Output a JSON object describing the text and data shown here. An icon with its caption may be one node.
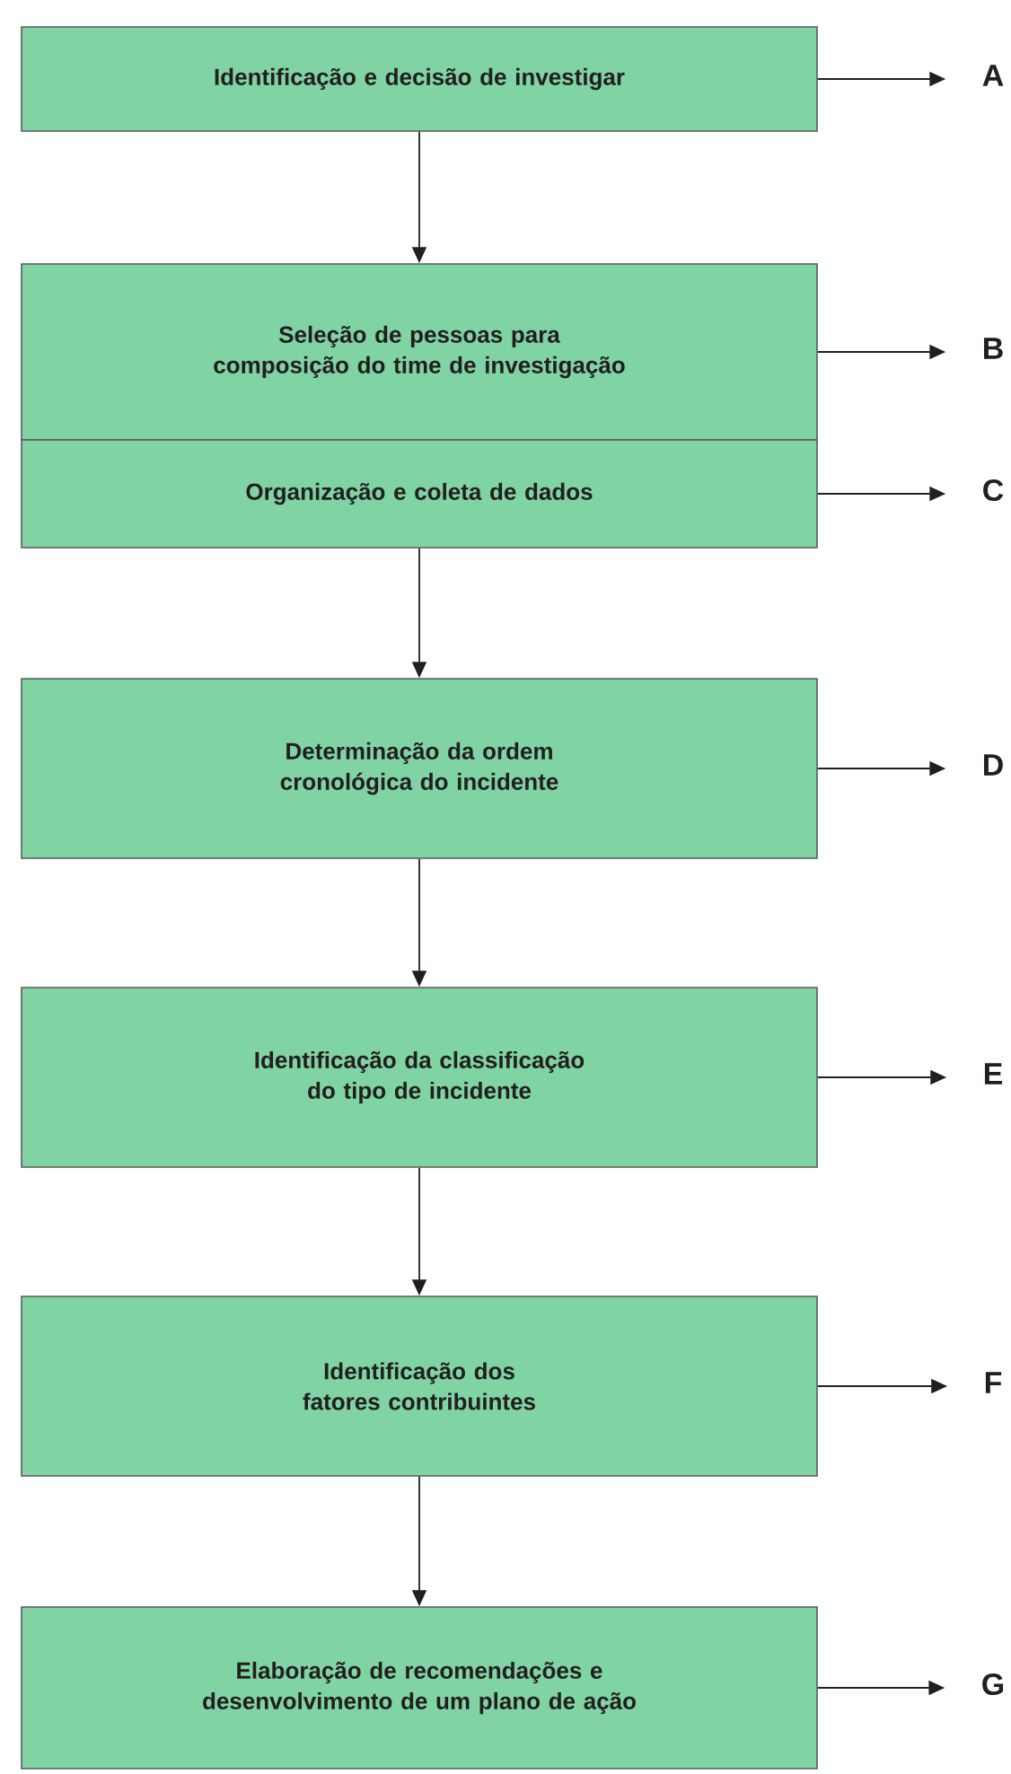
{
  "diagram": {
    "nodes": [
      {
        "text": [
          "Identificação e decisão de investigar"
        ]
      },
      {
        "text": [
          "A"
        ]
      },
      {
        "text": [
          "Seleção de pessoas para composição do time de investigação"
        ]
      },
      {
        "text": [
          "B"
        ]
      },
      {
        "text": [
          "Organização e coleta de dados"
        ]
      },
      {
        "text": [
          "C"
        ]
      },
      {
        "text": [
          "Determinação da ordem cronológica do incidente"
        ]
      },
      {
        "text": [
          "D"
        ]
      },
      {
        "text": [
          "Identificação da classificação do tipo de incidente"
        ]
      },
      {
        "text": [
          "E"
        ]
      },
      {
        "text": [
          "Identificação dos fatores contribuintes"
        ]
      },
      {
        "text": [
          "F"
        ]
      },
      {
        "text": [
          "Elaboração de recomendações e desenvolvimento de um plano de ação"
        ]
      },
      {
        "text": [
          "G"
        ]
      }
    ],
    "edges": [
      {
        "from": 0,
        "to": 1,
        "arrow": "to"
      },
      {
        "from": 0,
        "to": 2,
        "arrow": "to"
      },
      {
        "from": 2,
        "to": 3,
        "arrow": "to"
      },
      {
        "from": 4,
        "to": 5,
        "arrow": "to"
      },
      {
        "from": 4,
        "to": 6,
        "arrow": "to"
      },
      {
        "from": 6,
        "to": 7,
        "arrow": "to"
      },
      {
        "from": 6,
        "to": 8,
        "arrow": "to"
      },
      {
        "from": 8,
        "to": 9,
        "arrow": "to"
      },
      {
        "from": 8,
        "to": 10,
        "arrow": "to"
      },
      {
        "from": 10,
        "to": 11,
        "arrow": "to"
      },
      {
        "from": 10,
        "to": 12,
        "arrow": "to"
      },
      {
        "from": 12,
        "to": 13,
        "arrow": "to"
      }
    ]
  }
}
